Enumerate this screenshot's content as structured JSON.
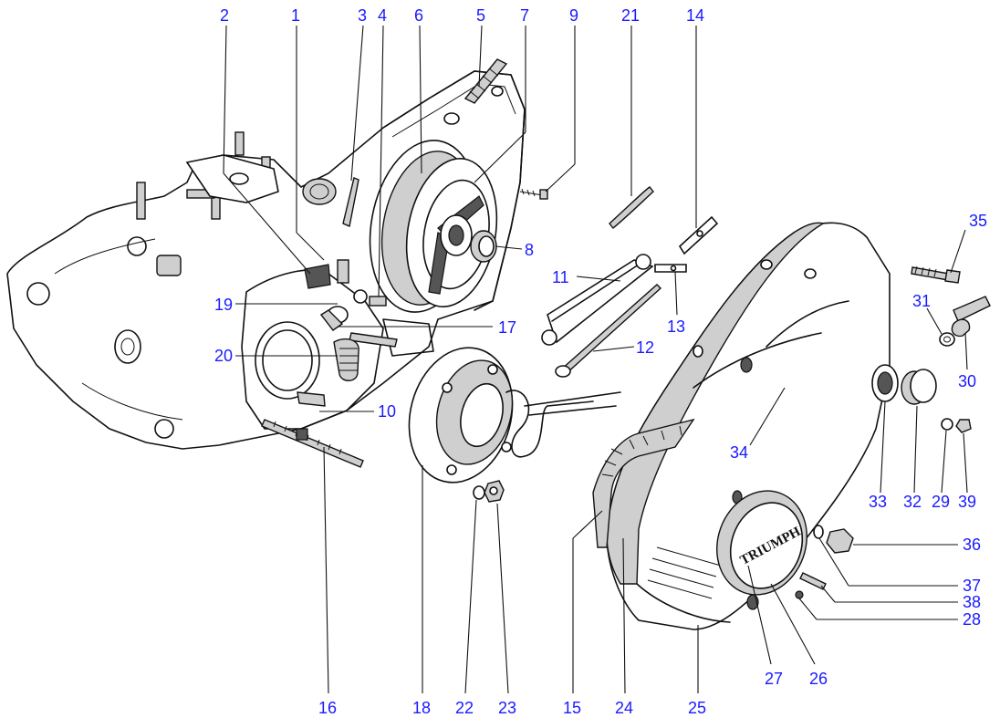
{
  "diagram": {
    "logo_text": "TRIUMPH",
    "labels": [
      {
        "key": "n1",
        "text": "1"
      },
      {
        "key": "n2",
        "text": "2"
      },
      {
        "key": "n3",
        "text": "3"
      },
      {
        "key": "n4",
        "text": "4"
      },
      {
        "key": "n5",
        "text": "5"
      },
      {
        "key": "n6",
        "text": "6"
      },
      {
        "key": "n7",
        "text": "7"
      },
      {
        "key": "n8",
        "text": "8"
      },
      {
        "key": "n9",
        "text": "9"
      },
      {
        "key": "n10",
        "text": "10"
      },
      {
        "key": "n11",
        "text": "11"
      },
      {
        "key": "n12",
        "text": "12"
      },
      {
        "key": "n13",
        "text": "13"
      },
      {
        "key": "n14",
        "text": "14"
      },
      {
        "key": "n15",
        "text": "15"
      },
      {
        "key": "n16",
        "text": "16"
      },
      {
        "key": "n17",
        "text": "17"
      },
      {
        "key": "n18",
        "text": "18"
      },
      {
        "key": "n19",
        "text": "19"
      },
      {
        "key": "n20",
        "text": "20"
      },
      {
        "key": "n21",
        "text": "21"
      },
      {
        "key": "n22",
        "text": "22"
      },
      {
        "key": "n23",
        "text": "23"
      },
      {
        "key": "n24",
        "text": "24"
      },
      {
        "key": "n25",
        "text": "25"
      },
      {
        "key": "n26",
        "text": "26"
      },
      {
        "key": "n27",
        "text": "27"
      },
      {
        "key": "n28",
        "text": "28"
      },
      {
        "key": "n29",
        "text": "29"
      },
      {
        "key": "n30",
        "text": "30"
      },
      {
        "key": "n31",
        "text": "31"
      },
      {
        "key": "n32",
        "text": "32"
      },
      {
        "key": "n33",
        "text": "33"
      },
      {
        "key": "n34",
        "text": "34"
      },
      {
        "key": "n35",
        "text": "35"
      },
      {
        "key": "n36",
        "text": "36"
      },
      {
        "key": "n37",
        "text": "37"
      },
      {
        "key": "n38",
        "text": "38"
      },
      {
        "key": "n39",
        "text": "39"
      }
    ],
    "colors": {
      "label": "#1a1aff",
      "ink": "#111111",
      "background": "#ffffff"
    }
  }
}
